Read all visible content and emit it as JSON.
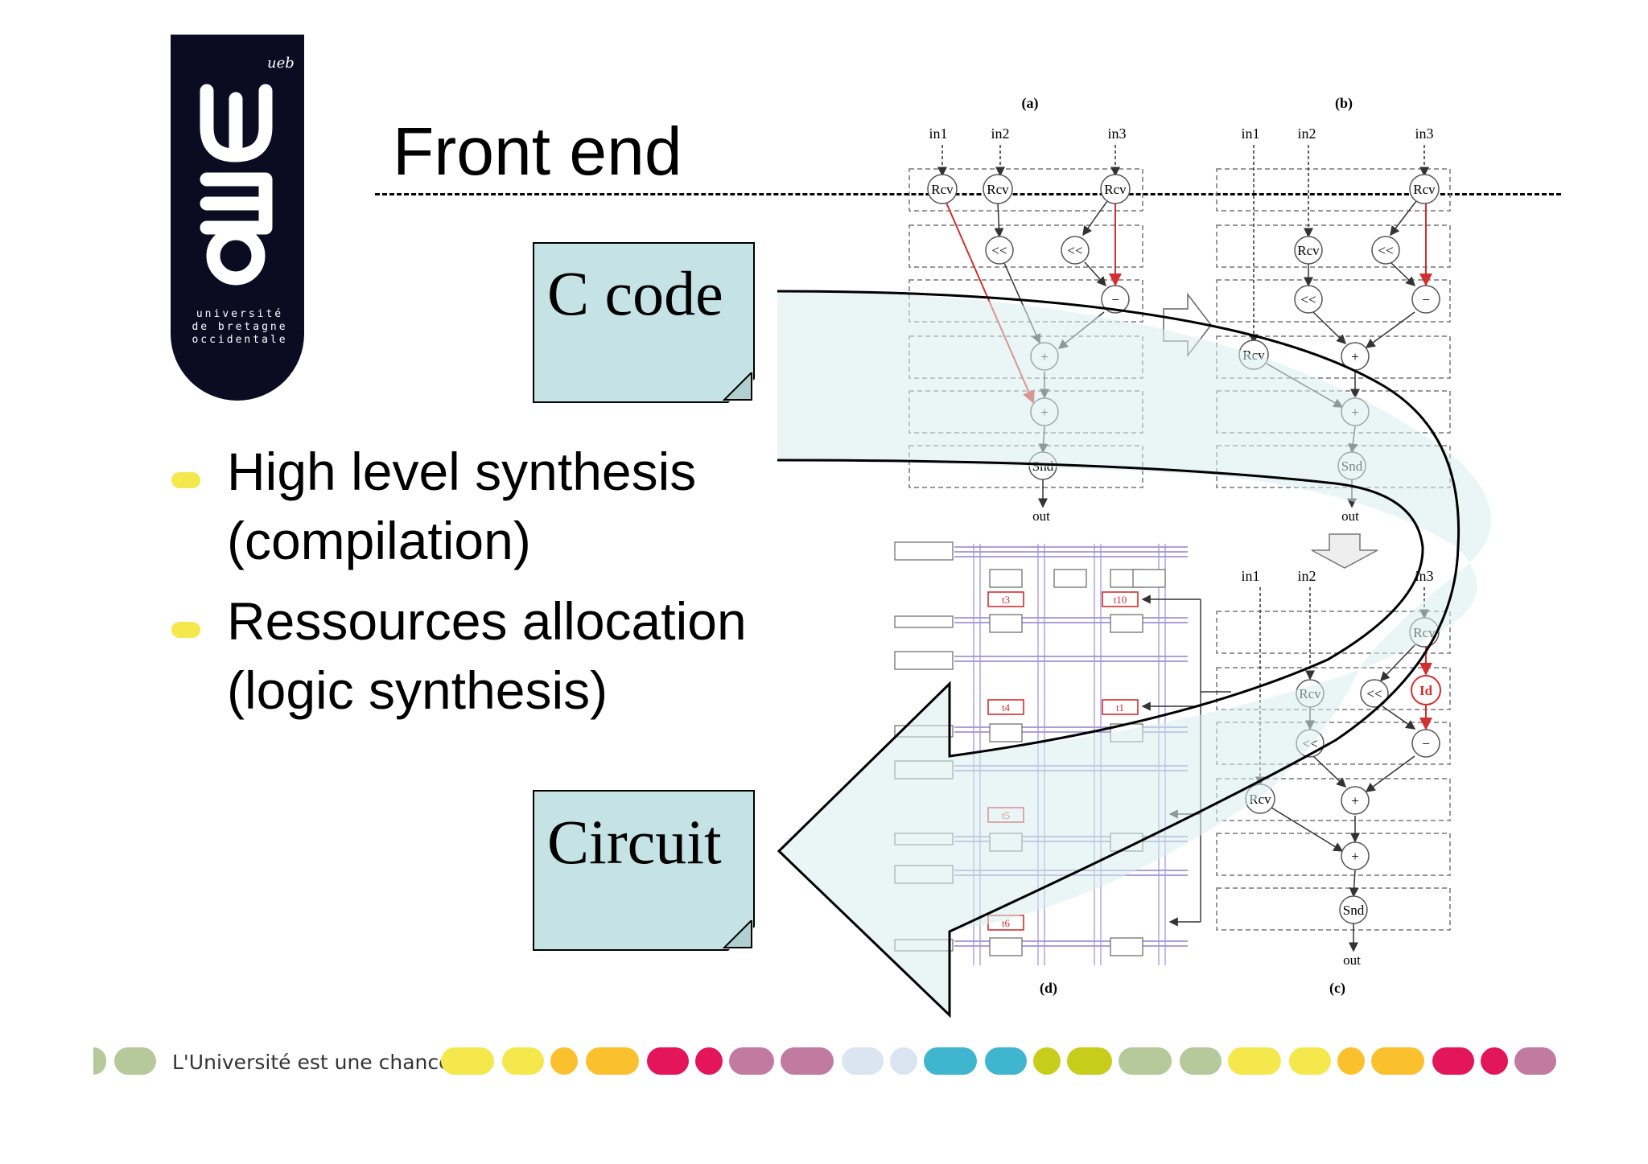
{
  "logo": {
    "university_lines": "université\nde bretagne\noccidentale",
    "badge": "ueb"
  },
  "slide": {
    "title": "Front end",
    "bullets": [
      {
        "line1": "High level synthesis",
        "line2": "(compilation)"
      },
      {
        "line1": "Ressources allocation",
        "line2": "(logic synthesis)"
      }
    ],
    "box_top": "C code",
    "box_bottom": "Circuit"
  },
  "diagram": {
    "panel_labels": [
      "(a)",
      "(b)",
      "(c)",
      "(d)"
    ],
    "inputs": [
      "in1",
      "in2",
      "in3"
    ],
    "output": "out",
    "nodes": {
      "recv": "Rcv",
      "shift": "<<",
      "minus": "−",
      "plus": "+",
      "send": "Snd",
      "id": "Id"
    },
    "tiles": [
      "t3",
      "t10",
      "t4",
      "t1",
      "t5",
      "t6"
    ]
  },
  "footer": {
    "tagline": "L'Université est une chance",
    "colors": [
      "#f5e84d",
      "#fbc02d",
      "#e3165b",
      "#c27ba0",
      "#dbe5f1",
      "#3fb5d0",
      "#c7cd1a",
      "#b5c99a"
    ]
  }
}
